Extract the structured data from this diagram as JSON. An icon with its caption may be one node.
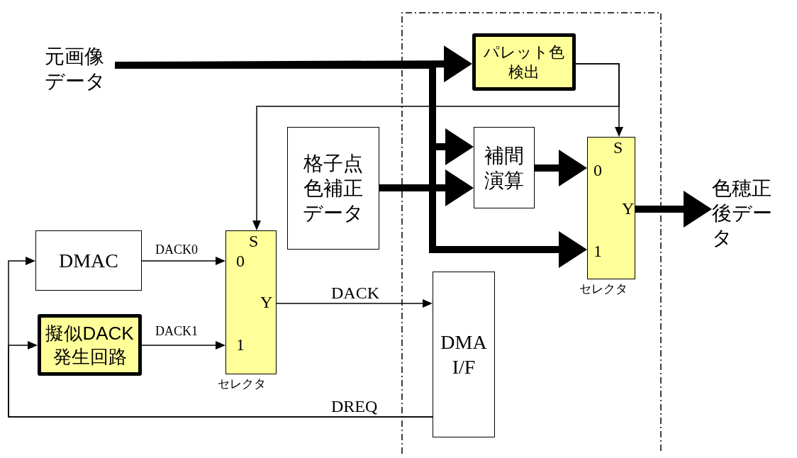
{
  "diagram": {
    "nodes": [
      {
        "text": [
          "元画像データ"
        ]
      },
      {
        "text": [
          "パレット色検出"
        ]
      },
      {
        "text": [
          "格子点色補正データ"
        ]
      },
      {
        "text": [
          "補間演算"
        ]
      },
      {
        "text": [
          "S",
          "0",
          "Y",
          "1"
        ],
        "beside": [
          "セレクタ"
        ]
      },
      {
        "text": [
          "色穂正後データ"
        ]
      },
      {
        "text": [
          "DMAC"
        ]
      },
      {
        "text": [
          "擬似DACK発生回路"
        ]
      },
      {
        "text": [
          "S",
          "0",
          "Y",
          "1"
        ],
        "beside": [
          "セレクタ"
        ]
      },
      {
        "text": [
          "DMA I/F"
        ]
      }
    ],
    "edges": [
      {
        "from": 0,
        "to": 1,
        "arrow": "to",
        "style": "thick"
      },
      {
        "from": 0,
        "to": 3,
        "arrow": "to",
        "style": "thick"
      },
      {
        "from": 0,
        "to": 4,
        "arrow": "to",
        "style": "thick"
      },
      {
        "from": 2,
        "to": 3,
        "arrow": "to",
        "style": "thick"
      },
      {
        "from": 3,
        "to": 4,
        "arrow": "to",
        "style": "thick"
      },
      {
        "from": 4,
        "to": 5,
        "arrow": "to",
        "style": "thick"
      },
      {
        "from": 1,
        "to": 4,
        "arrow": "to"
      },
      {
        "from": 1,
        "to": 8,
        "arrow": "to"
      },
      {
        "from": 6,
        "to": 8,
        "arrow": "to",
        "label": "DACK0"
      },
      {
        "from": 7,
        "to": 8,
        "arrow": "to",
        "label": "DACK1"
      },
      {
        "from": 8,
        "to": 9,
        "arrow": "to",
        "label": "DACK"
      },
      {
        "from": 9,
        "to": 6,
        "arrow": "to",
        "label": "DREQ"
      },
      {
        "from": 9,
        "to": 7,
        "arrow": "to"
      }
    ]
  }
}
